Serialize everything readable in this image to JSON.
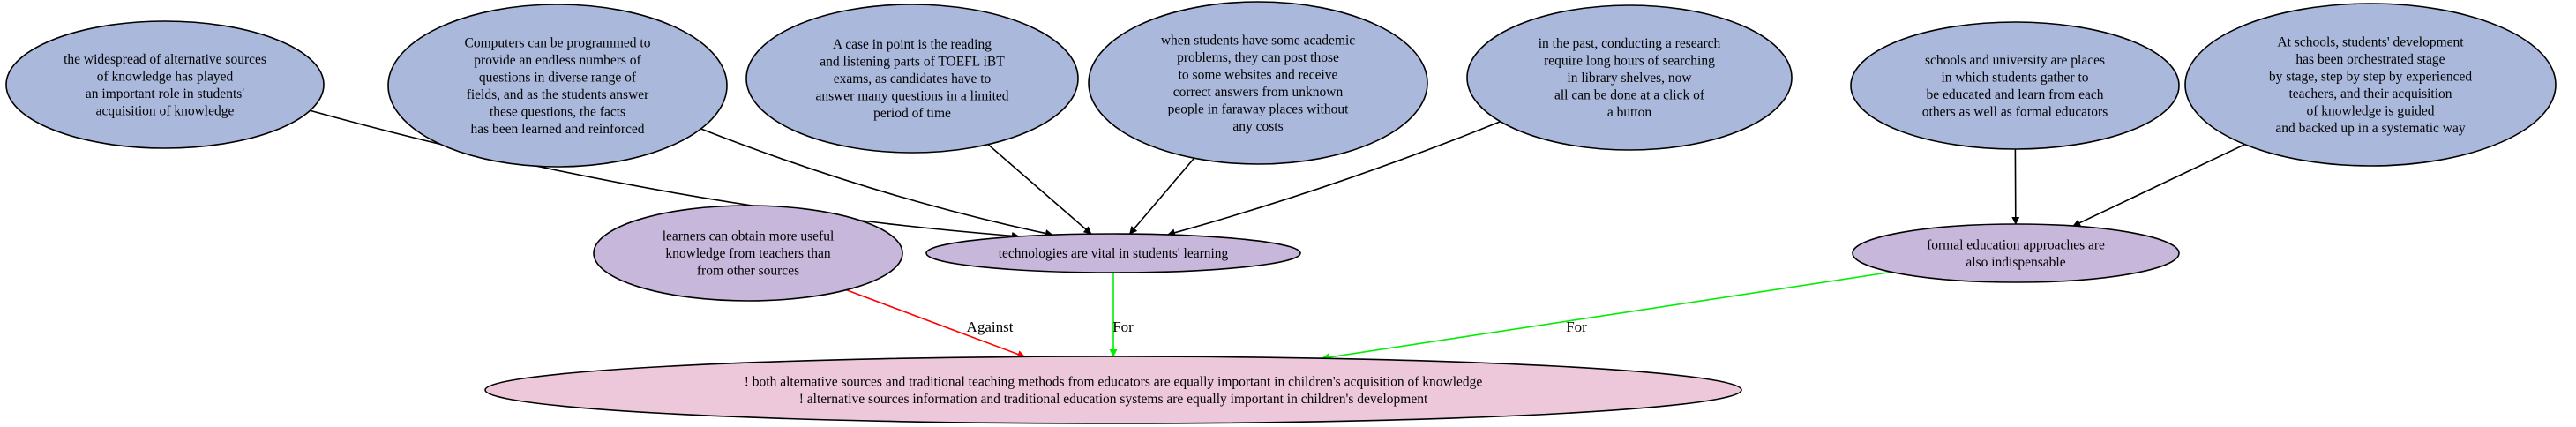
{
  "colors": {
    "premise_fill": "#aab8db",
    "intermediate_fill": "#c7b8db",
    "conclusion_fill": "#ecc8da",
    "against_edge": "#ff0000",
    "for_edge": "#00ee00",
    "support_edge": "#000000"
  },
  "nodes": [
    {
      "id": "p1",
      "kind": "premise",
      "lines": [
        "the widespread of alternative sources",
        "of knowledge has played",
        "an important role in students'",
        "acquisition of knowledge"
      ]
    },
    {
      "id": "p2",
      "kind": "premise",
      "lines": [
        "Computers can be programmed to",
        "provide an endless numbers of",
        "questions in diverse range of",
        "fields, and as the students answer",
        "these questions, the facts",
        "has been learned and reinforced"
      ]
    },
    {
      "id": "p3",
      "kind": "premise",
      "lines": [
        "A case in point is the reading",
        "and listening parts of TOEFL iBT",
        "exams, as candidates have to",
        "answer many questions in a limited",
        "period of time"
      ]
    },
    {
      "id": "p4",
      "kind": "premise",
      "lines": [
        "when students have some academic",
        "problems, they can post those",
        "to some websites and receive",
        "correct answers from unknown",
        "people in faraway places without",
        "any costs"
      ]
    },
    {
      "id": "p5",
      "kind": "premise",
      "lines": [
        "in the past, conducting a research",
        "require long hours of searching",
        "in library shelves, now",
        "all can be done at a click of",
        "a button"
      ]
    },
    {
      "id": "p6",
      "kind": "premise",
      "lines": [
        "schools and university are places",
        "in which students gather to",
        "be educated and learn from each",
        "others as well as formal educators"
      ]
    },
    {
      "id": "p7",
      "kind": "premise",
      "lines": [
        "At schools, students' development",
        "has been orchestrated stage",
        "by stage, step by step by experienced",
        "teachers, and their acquisition",
        "of knowledge is guided",
        "and backed up in a systematic way"
      ]
    },
    {
      "id": "a1",
      "kind": "intermediate",
      "lines": [
        "learners can obtain more useful",
        "knowledge from teachers than",
        "from other sources"
      ]
    },
    {
      "id": "t1",
      "kind": "intermediate",
      "lines": [
        "technologies are vital in students' learning"
      ]
    },
    {
      "id": "f1",
      "kind": "intermediate",
      "lines": [
        "formal education approaches are",
        "also indispensable"
      ]
    },
    {
      "id": "c1",
      "kind": "conclusion",
      "lines": [
        "! both alternative sources and traditional teaching methods from educators are equally important in children's acquisition of knowledge",
        "! alternative sources information and traditional education systems are equally important in children's development"
      ]
    }
  ],
  "edges": [
    {
      "from": "p1",
      "to": "t1",
      "kind": "support",
      "label": ""
    },
    {
      "from": "p2",
      "to": "t1",
      "kind": "support",
      "label": ""
    },
    {
      "from": "p3",
      "to": "t1",
      "kind": "support",
      "label": ""
    },
    {
      "from": "p4",
      "to": "t1",
      "kind": "support",
      "label": ""
    },
    {
      "from": "p5",
      "to": "t1",
      "kind": "support",
      "label": ""
    },
    {
      "from": "p6",
      "to": "f1",
      "kind": "support",
      "label": ""
    },
    {
      "from": "p7",
      "to": "f1",
      "kind": "support",
      "label": ""
    },
    {
      "from": "a1",
      "to": "c1",
      "kind": "against",
      "label": "Against"
    },
    {
      "from": "t1",
      "to": "c1",
      "kind": "for",
      "label": "For"
    },
    {
      "from": "f1",
      "to": "c1",
      "kind": "for",
      "label": "For"
    }
  ]
}
